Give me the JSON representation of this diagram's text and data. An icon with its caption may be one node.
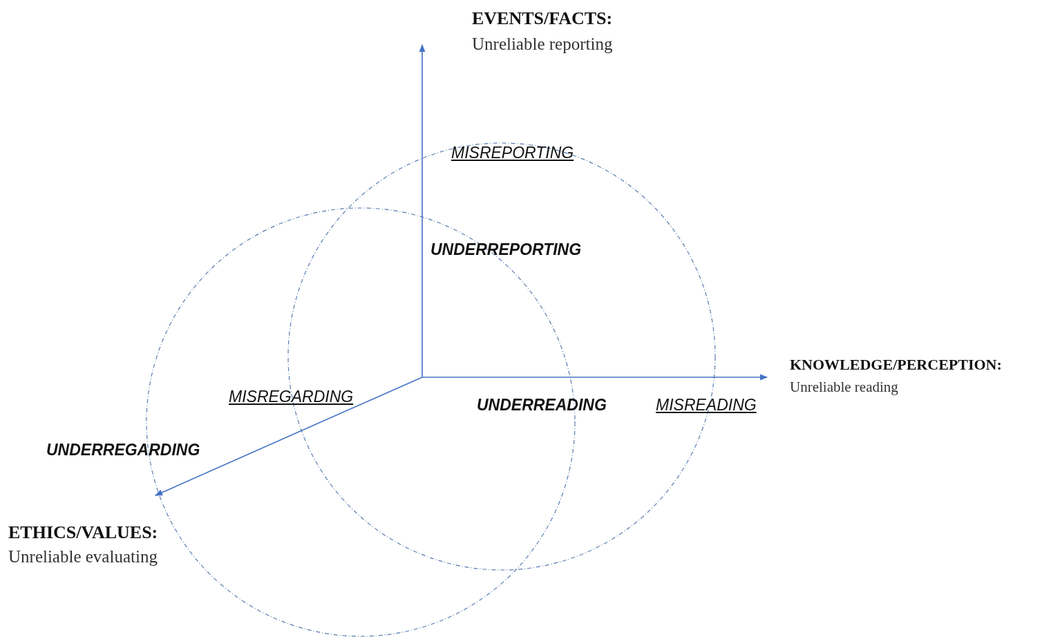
{
  "diagram": {
    "labels": [
      "EVENTS/FACTS:",
      "Unreliable reporting",
      "MISREPORTING",
      "UNDERREPORTING",
      "KNOWLEDGE/PERCEPTION:",
      "Unreliable reading",
      "MISREGARDING",
      "UNDERREADING",
      "MISREADING",
      "UNDERREGARDING",
      "ETHICS/VALUES:",
      "Unreliable evaluating"
    ]
  }
}
